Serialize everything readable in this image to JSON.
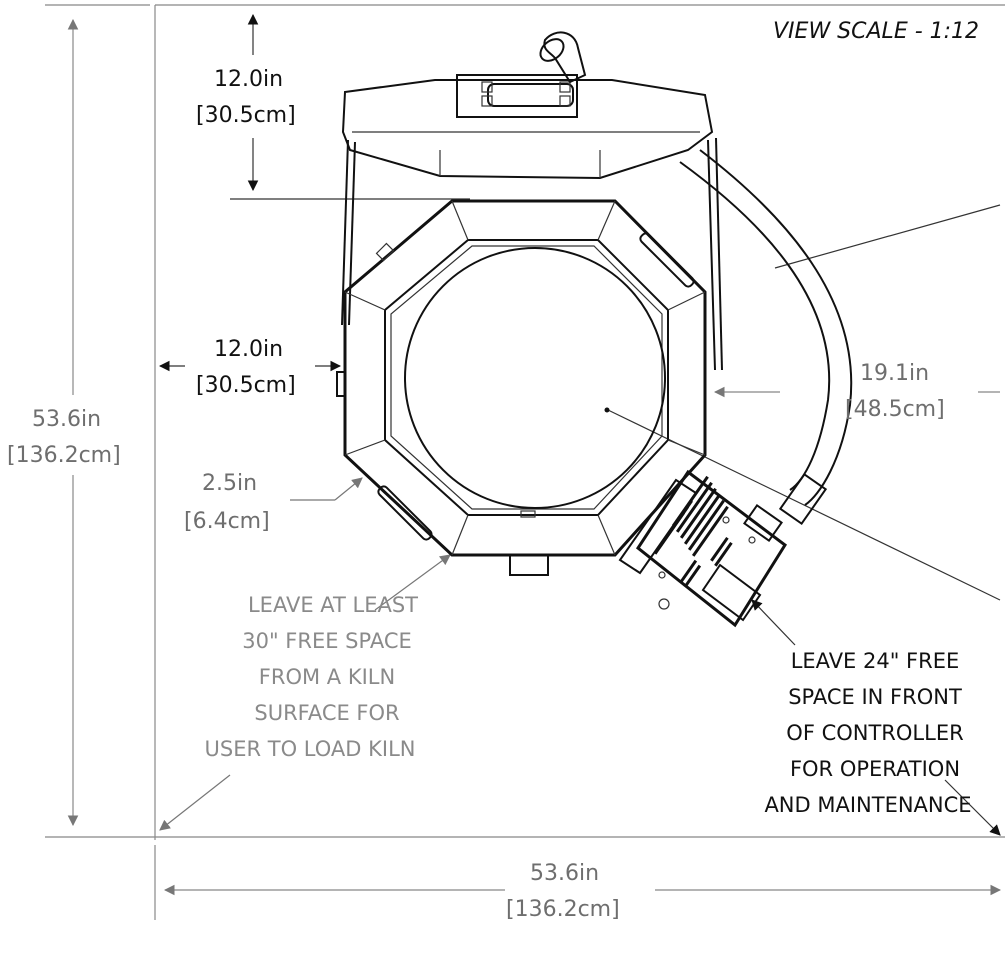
{
  "view_scale": "VIEW SCALE - 1:12",
  "dimensions": {
    "lid_clearance": {
      "in": "12.0in",
      "cm": "[30.5cm]"
    },
    "wall_clearance": {
      "in": "12.0in",
      "cm": "[30.5cm]"
    },
    "overall_height": {
      "in": "53.6in",
      "cm": "[136.2cm]"
    },
    "overall_width": {
      "in": "53.6in",
      "cm": "[136.2cm]"
    },
    "vent_offset": {
      "in": "19.1in",
      "cm": "[48.5cm]"
    },
    "wall_thickness": {
      "in": "2.5in",
      "cm": "[6.4cm]"
    }
  },
  "notes": {
    "load_space": [
      "LEAVE AT LEAST",
      "30\" FREE SPACE",
      "FROM A KILN",
      "SURFACE FOR",
      "USER TO LOAD KILN"
    ],
    "controller_space": [
      "LEAVE 24\" FREE",
      "SPACE IN FRONT",
      "OF CONTROLLER",
      "FOR OPERATION",
      "AND MAINTENANCE"
    ]
  },
  "colors": {
    "line": "#111111",
    "dim_gray": "#6e6e6e",
    "text_dark": "#111111"
  }
}
